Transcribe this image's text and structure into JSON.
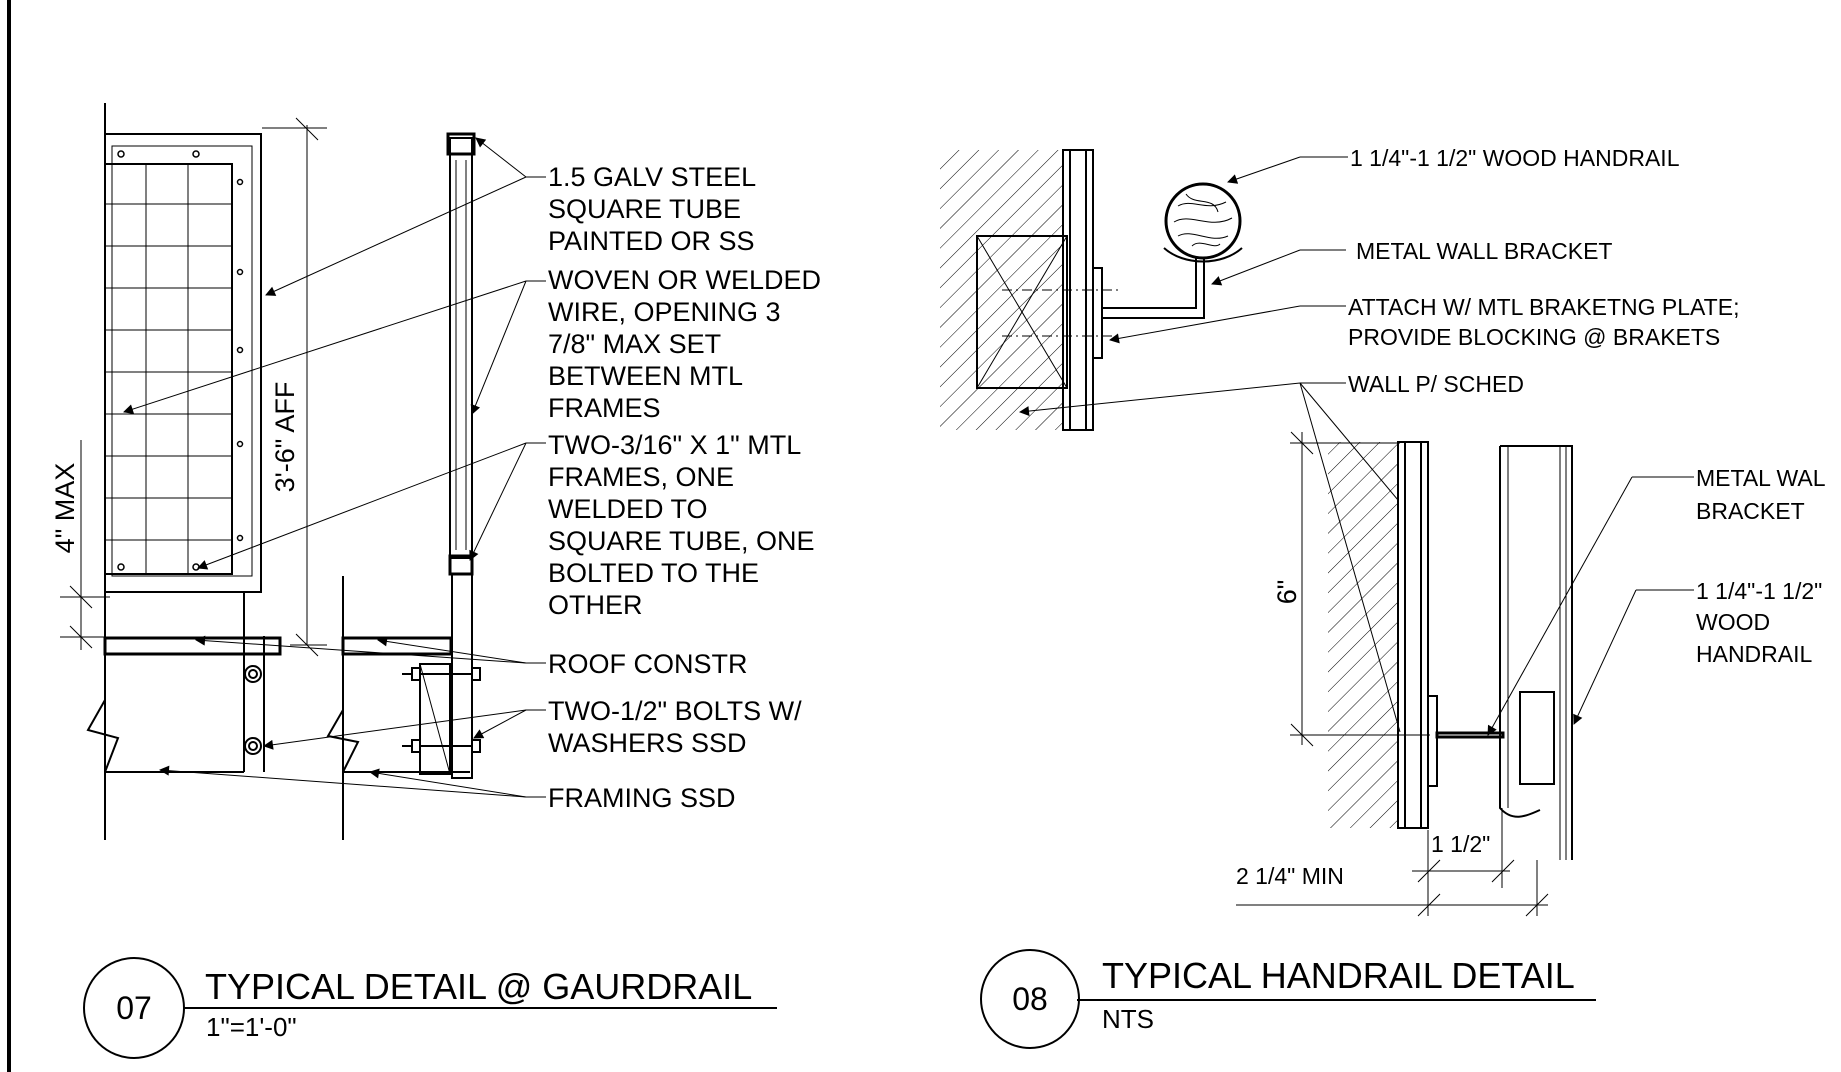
{
  "detail_07": {
    "number": "07",
    "title": "TYPICAL DETAIL @ GAURDRAIL",
    "scale": "1\"=1'-0\"",
    "dims": {
      "max_gap": "4\" MAX",
      "height": "3'-6\" AFF"
    },
    "notes": [
      [
        "1.5 GALV STEEL",
        "SQUARE TUBE",
        "PAINTED OR SS"
      ],
      [
        "WOVEN OR WELDED",
        "WIRE, OPENING 3",
        "7/8\" MAX SET",
        "BETWEEN MTL",
        "FRAMES"
      ],
      [
        "TWO-3/16\" X 1\" MTL",
        "FRAMES, ONE",
        "WELDED TO",
        "SQUARE TUBE, ONE",
        "BOLTED TO THE",
        "OTHER"
      ],
      [
        "ROOF CONSTR"
      ],
      [
        "TWO-1/2\" BOLTS W/",
        "WASHERS SSD"
      ],
      [
        "FRAMING SSD"
      ]
    ]
  },
  "detail_08": {
    "number": "08",
    "title": "TYPICAL HANDRAIL DETAIL",
    "scale": "NTS",
    "dims": {
      "height": "6\"",
      "clear": "1 1/2\"",
      "min": "2 1/4\" MIN"
    },
    "notes": {
      "handrail_top": "1 1/4\"-1 1/2\" WOOD HANDRAIL",
      "bracket_top": "METAL WALL BRACKET",
      "attach": [
        "ATTACH W/ MTL BRAKETNG PLATE;",
        "PROVIDE BLOCKING @ BRAKETS"
      ],
      "wall": "WALL P/ SCHED",
      "bracket_side": [
        "METAL WAL",
        "BRACKET"
      ],
      "handrail_side": [
        "1 1/4\"-1 1/2\"",
        "WOOD",
        "HANDRAIL"
      ]
    }
  }
}
